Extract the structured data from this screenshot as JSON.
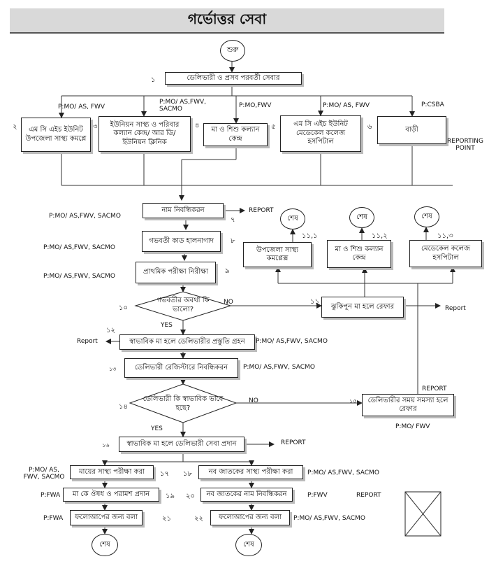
{
  "title": "গর্ভোত্তর সেবা",
  "start": "শুরু",
  "end": "শেষ",
  "steps": {
    "s1": "ডেলিভারী ও প্রসব পরবর্তী সেবার",
    "s2": "এম সি এইচ ইউনিট উপজেলা সাস্থ্য কমপ্লে",
    "s3": "ইউনিয়ন সাস্থ্য ও পরিবার কল্যান কেন্দ্র/ আর ডি/ ইউনিয়ন ক্লিনিক",
    "s4": "মা ও শিশু কল্যান কেন্দ্র",
    "s5": "এম সি এইচ ইউনিট মেডেকেল কলেজ হসপিটাল",
    "s6": "বাড়ী",
    "s7": "নাম নিবন্ধিকরন",
    "s8": "গভবতী কাড হালনাগাদ",
    "s9": "প্রাথমিক পরীক্ষা নিরীক্ষা",
    "s10": "গভবতীর অবথা কি ভালো?",
    "s11": "ঝুকিপুন মা হলে রেফার",
    "s11_1": "উপজেলা সাস্থ্য কমপ্লেক্স",
    "s11_2": "মা ও শিশু কল্যান কেন্দ্র",
    "s11_3": "মেডেকেল কলেজ হসপিটাল",
    "s12": "স্বাভাবিক মা হলে ডেলিভারীর প্রস্তুতি গ্রহন",
    "s13": "ডেলিভারী রেজিস্টারে নিবন্ধিকরন",
    "s14": "ডেলিভারী কি স্বাভাবিক ভাবে হছে?",
    "s15": "ডেলিভারীর সময় সমস্যা হলে রেফার",
    "s16": "স্বাভাবিক মা হলে ডেলিভারী সেবা প্রদান",
    "s17": "মায়ের সাস্থ্য পরীক্ষা করা",
    "s18": "নব জাতকের সাস্থ্য পরীক্ষা করা",
    "s19": "মা কে ঔষধ ও পরামশ প্রদান",
    "s20": "নব জাতকের নাম নিবন্ধিকরন",
    "s21": "ফলোআপের জন্য বলা",
    "s22": "ফলোআপের জন্য বলা"
  },
  "numbers": {
    "n1": "১",
    "n2": "২",
    "n3": "৩",
    "n4": "৪",
    "n5": "৫",
    "n6": "৬",
    "n7": "৭",
    "n8": "৮",
    "n9": "৯",
    "n10": "১০",
    "n11": "১১",
    "n11_1": "১১,১",
    "n11_2": "১১,২",
    "n11_3": "১১,৩",
    "n12": "১২",
    "n13": "১৩",
    "n14": "১৪",
    "n15": "১৫",
    "n16": "১৬",
    "n17": "১৭",
    "n18": "১৮",
    "n19": "১৯",
    "n20": "২০",
    "n21": "২১",
    "n22": "২২"
  },
  "actors": {
    "a_branch2": "P:MO/ AS, FWV",
    "a_branch3": "P:MO/ AS,FWV, SACMO",
    "a_branch4": "P:MO,FWV",
    "a_branch5": "P:MO/ AS, FWV",
    "a_branch6": "P:CSBA",
    "a7": "P:MO/ AS,FWV, SACMO",
    "a8": "P:MO/ AS,FWV, SACMO",
    "a9": "P:MO/ AS,FWV, SACMO",
    "a12": "P:MO/ AS,FWV, SACMO",
    "a13": "P:MO/ AS,FWV, SACMO",
    "a15": "P:MO/ FWV",
    "a17": "P:MO/ AS, FWV, SACMO",
    "a18": "P:MO/ AS,FWV, SACMO",
    "a19": "P:FWA",
    "a20": "P:FWV",
    "a21": "P:FWA",
    "a22": "P:MO/ AS,FWV, SACMO"
  },
  "labels": {
    "reporting_point": "REPORTING POINT",
    "report7": "REPORT",
    "report11": "Report",
    "report12": "Report",
    "report15": "REPORT",
    "report16": "REPORT",
    "report20": "REPORT",
    "yes10": "YES",
    "no10": "NO",
    "yes14": "YES",
    "no14": "NO"
  }
}
